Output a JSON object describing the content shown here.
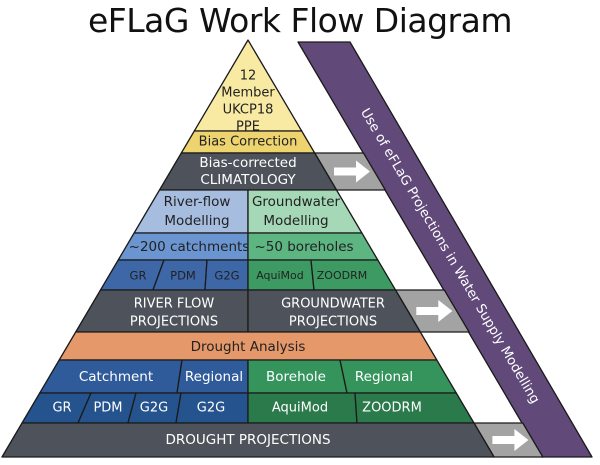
{
  "title": "eFLaG Work Flow Diagram",
  "colors": {
    "yellow_top": "#f9eaa3",
    "yellow_band": "#edd46f",
    "dark": "#4e535b",
    "blue_light": "#a6bde0",
    "blue_mid": "#6a95d0",
    "blue_dark": "#3e67a8",
    "green_light": "#a4d8b6",
    "green_mid": "#5db582",
    "green_dark": "#3d9a62",
    "orange": "#e5996a",
    "blue_drought": "#305b9b",
    "blue_drought_dark": "#24538d",
    "green_drought": "#34945c",
    "green_drought_dark": "#2b7a4c",
    "gray_arrow_box": "#a3a3a3",
    "purple": "#614979",
    "white_text": "#ffffff",
    "dark_text": "#222222"
  },
  "pyramid": {
    "apex": {
      "label": [
        "12",
        "Member",
        "UKCP18",
        "PPE"
      ]
    },
    "bias_correction": "Bias Correction",
    "climatology": [
      "Bias-corrected",
      "CLIMATOLOGY"
    ],
    "river_flow_modelling": [
      "River-flow",
      "Modelling"
    ],
    "groundwater_modelling": [
      "Groundwater",
      "Modelling"
    ],
    "catchments": "~200 catchments",
    "boreholes": "~50 boreholes",
    "river_models": [
      "GR",
      "PDM",
      "G2G"
    ],
    "gw_models": [
      "AquiMod",
      "ZOODRM"
    ],
    "river_flow_projections": [
      "RIVER FLOW",
      "PROJECTIONS"
    ],
    "groundwater_projections": [
      "GROUNDWATER",
      "PROJECTIONS"
    ],
    "drought_analysis": "Drought Analysis",
    "drought_groups": [
      "Catchment",
      "Regional",
      "Borehole",
      "Regional"
    ],
    "drought_models": [
      "GR",
      "PDM",
      "G2G",
      "G2G",
      "AquiMod",
      "ZOODRM"
    ],
    "drought_projections": "DROUGHT PROJECTIONS"
  },
  "demonstrator": {
    "title": "DEMONSTRATOR",
    "subtitle": "Use of eFLaG Projections in Water Supply Modelling"
  },
  "arrows": [
    {
      "name": "arrow-climatology-to-demonstrator",
      "icon": "right-arrow-icon"
    },
    {
      "name": "arrow-groundwater-to-demonstrator",
      "icon": "right-arrow-icon"
    },
    {
      "name": "arrow-drought-to-demonstrator",
      "icon": "right-arrow-icon"
    }
  ]
}
